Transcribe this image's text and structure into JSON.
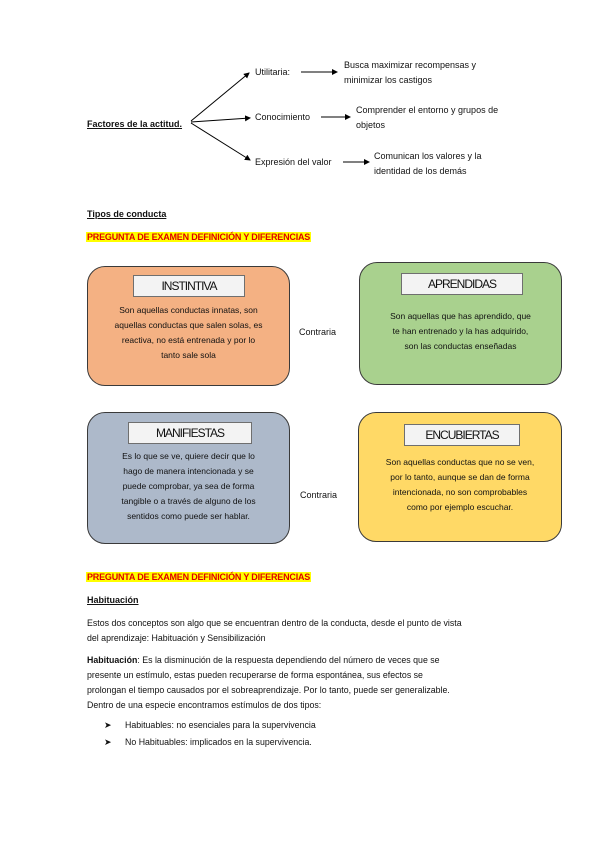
{
  "diagram": {
    "root_label": "Factores de la actitud.",
    "branches": [
      {
        "label": "Utilitaria:",
        "desc_line1": "Busca maximizar recompensas y",
        "desc_line2": "minimizar los castigos"
      },
      {
        "label": "Conocimiento",
        "desc_line1": "Comprender el entorno y grupos de",
        "desc_line2": "objetos"
      },
      {
        "label": "Expresión del valor",
        "desc_line1": "Comunican los valores y la",
        "desc_line2": "identidad de los demás"
      }
    ]
  },
  "tipos_heading": "Tipos de conducta",
  "exam_tag_1": "PREGUNTA DE EXAMEN DEFINICIÓN Y DIFERENCIAS",
  "boxes": {
    "instintiva": {
      "title": "INSTINTIVA",
      "lines": [
        "Son aquellas conductas innatas, son",
        "aquellas conductas que salen solas, es",
        "reactiva, no está entrenada y por lo",
        "tanto sale sola"
      ],
      "color": "#f4b183"
    },
    "aprendidas": {
      "title": "APRENDIDAS",
      "lines": [
        "Son aquellas que has aprendido, que",
        "te han entrenado y la has adquirido,",
        "son las conductas enseñadas"
      ],
      "color": "#a9d18e"
    },
    "manifiestas": {
      "title": "MANIFIESTAS",
      "lines": [
        "Es lo que se ve, quiere decir que lo",
        "hago de manera intencionada y se",
        "puede comprobar, ya sea de forma",
        "tangible o a través de alguno de los",
        "sentidos como puede ser hablar."
      ],
      "color": "#adb9ca"
    },
    "encubiertas": {
      "title": "ENCUBIERTAS",
      "lines": [
        "Son aquellas conductas que no se ven,",
        "por lo tanto, aunque se dan de forma",
        "intencionada, no son comprobables",
        "como por ejemplo escuchar."
      ],
      "color": "#ffd966"
    }
  },
  "contraria_1": "Contraria",
  "contraria_2": "Contraria",
  "exam_tag_2": "PREGUNTA DE EXAMEN DEFINICIÓN Y DIFERENCIAS",
  "habituacion_heading": "Habituación",
  "intro_line1": "Estos dos conceptos son algo que se encuentran dentro de la conducta, desde el punto de vista",
  "intro_line2": "del aprendizaje: Habituación y Sensibilización",
  "def_label": "Habituación",
  "def_line1": ": Es la disminución de la respuesta dependiendo del número de veces que se",
  "def_line2": "presente un estímulo, estas pueden recuperarse de forma espontánea, sus efectos se",
  "def_line3": "prolongan el tiempo causados por el sobreaprendizaje.  Por lo tanto, puede ser generalizable.",
  "def_line4": "Dentro de una especie encontramos estímulos de dos tipos:",
  "bullets": [
    "Habituables: no esenciales para la supervivencia",
    "No Habituables: implicados en la supervivencia."
  ]
}
